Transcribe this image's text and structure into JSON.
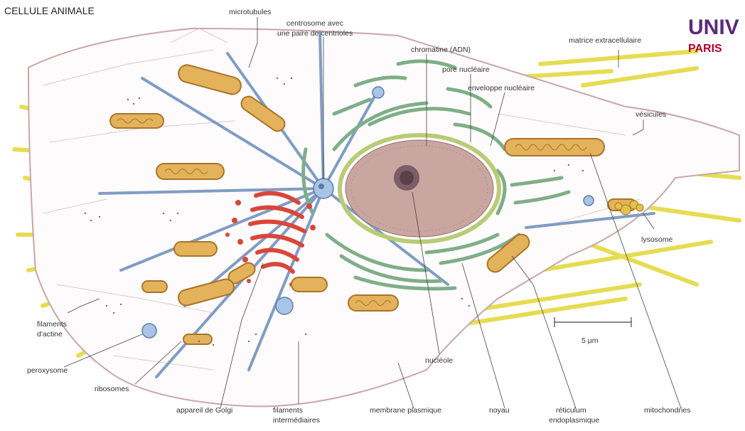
{
  "title": "CELLULE ANIMALE",
  "logo": {
    "line1": "UNIV",
    "line2": "PARIS"
  },
  "labels": {
    "microtubules": "microtubules",
    "centrosome_1": "centrosome avec",
    "centrosome_2": "une paire de centrioles",
    "chromatine": "chromatine (ADN)",
    "pore": "pore nucléaire",
    "enveloppe": "enveloppe nucléaire",
    "matrice": "matrice extracellulaire",
    "vesicules": "vésicules",
    "lysosome": "lysosome",
    "actine_1": "filaments",
    "actine_2": "d'actine",
    "peroxysome": "peroxysome",
    "ribosomes": "ribosomes",
    "golgi": "appareil de Golgi",
    "intermediaires_1": "filaments",
    "intermediaires_2": "intermédiaires",
    "membrane": "membrane plasmique",
    "nucleole": "nucléole",
    "noyau": "noyau",
    "reticulum_1": "réticulum",
    "reticulum_2": "endoplasmique",
    "mitochondries": "mitochondries",
    "scale": "5 µm"
  },
  "colors": {
    "actin": "#e6dc52",
    "microtubule": "#7f9cc4",
    "er": "#7fae88",
    "golgi": "#d9463a",
    "mito_fill": "#e3b25a",
    "mito_edge": "#a8742a",
    "nucleus_fill": "#c9a6a0",
    "nucleus_ring": "#b8cc76",
    "membrane": "#c9a6a8",
    "cytoplasm": "#fdfbfb",
    "logo": "#5a2a7a"
  }
}
